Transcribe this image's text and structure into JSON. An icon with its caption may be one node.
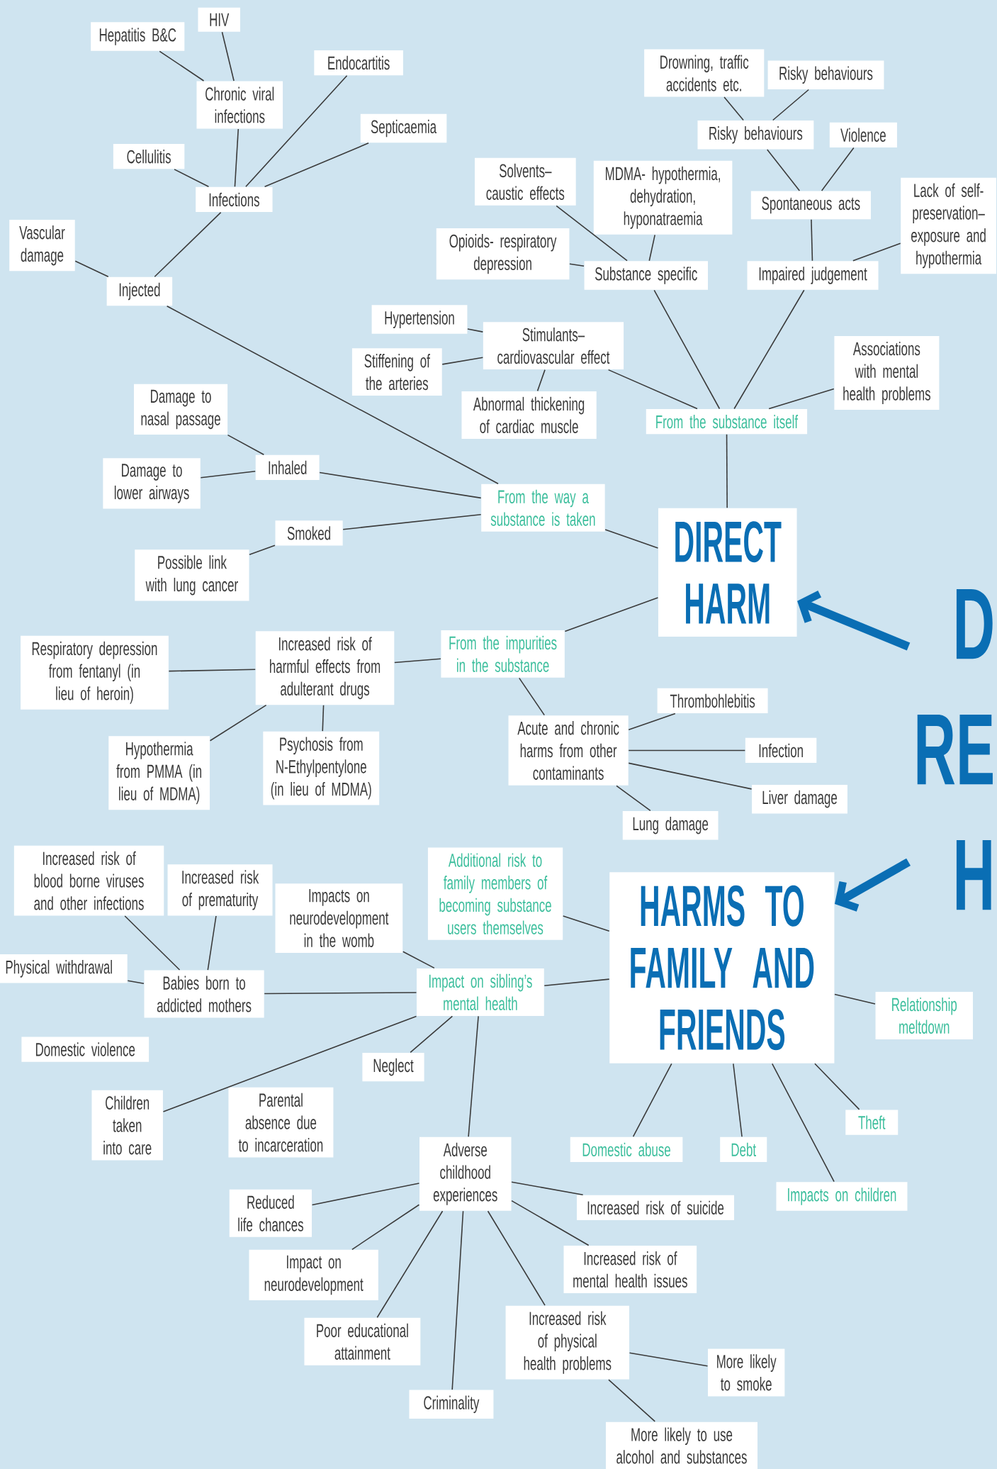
{
  "diagram": {
    "nodes": [
      {
        "text": [
          "Hepatitis B&C"
        ]
      },
      {
        "text": [
          "HIV"
        ]
      },
      {
        "text": [
          "Chronic viral infections"
        ]
      },
      {
        "text": [
          "Endocartitis"
        ]
      },
      {
        "text": [
          "Septicaemia"
        ]
      },
      {
        "text": [
          "Cellulitis"
        ]
      },
      {
        "text": [
          "Infections"
        ]
      },
      {
        "text": [
          "Vascular damage"
        ]
      },
      {
        "text": [
          "Injected"
        ]
      },
      {
        "text": [
          "Drowning, traffic accidents etc."
        ]
      },
      {
        "text": [
          "Risky behaviours"
        ]
      },
      {
        "text": [
          "Risky behaviours"
        ]
      },
      {
        "text": [
          "Violence"
        ]
      },
      {
        "text": [
          "Solvents– caustic effects"
        ]
      },
      {
        "text": [
          "MDMA- hypothermia, dehydration, hyponatraemia"
        ]
      },
      {
        "text": [
          "Spontaneous acts"
        ]
      },
      {
        "text": [
          "Lack of self-preservation– exposure and hypothermia"
        ]
      },
      {
        "text": [
          "Opioids- respiratory depression"
        ]
      },
      {
        "text": [
          "Substance specific"
        ]
      },
      {
        "text": [
          "Impaired judgement"
        ]
      },
      {
        "text": [
          "Hypertension"
        ]
      },
      {
        "text": [
          "Stimulants– cardiovascular effect"
        ]
      },
      {
        "text": [
          "Stiffening of the arteries"
        ]
      },
      {
        "text": [
          "Associations with mental health problems"
        ]
      },
      {
        "text": [
          "Abnormal thickening of cardiac muscle"
        ]
      },
      {
        "text": [
          "From the substance itself"
        ]
      },
      {
        "text": [
          "Damage to nasal passage"
        ]
      },
      {
        "text": [
          "Inhaled"
        ]
      },
      {
        "text": [
          "Damage to lower airways"
        ]
      },
      {
        "text": [
          "From the way a substance is taken"
        ]
      },
      {
        "text": [
          "DIRECT HARM"
        ]
      },
      {
        "text": [
          "Smoked"
        ]
      },
      {
        "text": [
          "Possible link with lung cancer"
        ]
      },
      {
        "text": [
          "Respiratory depression from fentanyl (in lieu of heroin)"
        ]
      },
      {
        "text": [
          "Increased risk of harmful effects from adulterant drugs"
        ]
      },
      {
        "text": [
          "From the impurities in the substance"
        ]
      },
      {
        "text": [
          "Hypothermia from PMMA (in lieu of MDMA)"
        ]
      },
      {
        "text": [
          "Psychosis from N-Ethylpentylone (in lieu of MDMA)"
        ]
      },
      {
        "text": [
          "Thrombohlebitis"
        ]
      },
      {
        "text": [
          "Acute and chronic harms from other contaminants"
        ]
      },
      {
        "text": [
          "Infection"
        ]
      },
      {
        "text": [
          "Liver damage"
        ]
      },
      {
        "text": [
          "Lung damage"
        ]
      },
      {
        "text": [
          "D RE H"
        ]
      },
      {
        "text": [
          "Increased risk of blood borne viruses and other infections"
        ]
      },
      {
        "text": [
          "Increased risk of prematurity"
        ]
      },
      {
        "text": [
          "Impacts on neurodevelopment in the womb"
        ]
      },
      {
        "text": [
          "Additional risk to family members of becoming substance users themselves"
        ]
      },
      {
        "text": [
          "HARMS TO FAMILY AND FRIENDS"
        ]
      },
      {
        "text": [
          "Physical withdrawal"
        ]
      },
      {
        "text": [
          "Babies born to addicted mothers"
        ]
      },
      {
        "text": [
          "Impact on sibling’s mental health"
        ]
      },
      {
        "text": [
          "Relationship meltdown"
        ]
      },
      {
        "text": [
          "Domestic violence"
        ]
      },
      {
        "text": [
          "Neglect"
        ]
      },
      {
        "text": [
          "Children taken into care"
        ]
      },
      {
        "text": [
          "Parental absence due to incarceration"
        ]
      },
      {
        "text": [
          "Theft"
        ]
      },
      {
        "text": [
          "Domestic abuse"
        ]
      },
      {
        "text": [
          "Debt"
        ]
      },
      {
        "text": [
          "Adverse childhood experiences"
        ]
      },
      {
        "text": [
          "Impacts on children"
        ]
      },
      {
        "text": [
          "Reduced life chances"
        ]
      },
      {
        "text": [
          "Increased risk of suicide"
        ]
      },
      {
        "text": [
          "Impact on neurodevelopment"
        ]
      },
      {
        "text": [
          "Increased risk of mental health issues"
        ]
      },
      {
        "text": [
          "Poor educational attainment"
        ]
      },
      {
        "text": [
          "Increased risk of physical health problems"
        ]
      },
      {
        "text": [
          "More likely to smoke"
        ]
      },
      {
        "text": [
          "Criminality"
        ]
      },
      {
        "text": [
          "More likely to use alcohol and substances"
        ]
      }
    ],
    "edges": [
      {
        "from": 0,
        "to": 2,
        "arrow": "none"
      },
      {
        "from": 1,
        "to": 2,
        "arrow": "none"
      },
      {
        "from": 2,
        "to": 6,
        "arrow": "none"
      },
      {
        "from": 3,
        "to": 6,
        "arrow": "none"
      },
      {
        "from": 4,
        "to": 6,
        "arrow": "none"
      },
      {
        "from": 5,
        "to": 6,
        "arrow": "none"
      },
      {
        "from": 6,
        "to": 8,
        "arrow": "none"
      },
      {
        "from": 7,
        "to": 8,
        "arrow": "none"
      },
      {
        "from": 8,
        "to": 29,
        "arrow": "none"
      },
      {
        "from": 9,
        "to": 11,
        "arrow": "none"
      },
      {
        "from": 10,
        "to": 11,
        "arrow": "none"
      },
      {
        "from": 11,
        "to": 15,
        "arrow": "none"
      },
      {
        "from": 12,
        "to": 15,
        "arrow": "none"
      },
      {
        "from": 15,
        "to": 19,
        "arrow": "none"
      },
      {
        "from": 16,
        "to": 19,
        "arrow": "none"
      },
      {
        "from": 13,
        "to": 18,
        "arrow": "none"
      },
      {
        "from": 14,
        "to": 18,
        "arrow": "none"
      },
      {
        "from": 17,
        "to": 18,
        "arrow": "none"
      },
      {
        "from": 18,
        "to": 25,
        "arrow": "none"
      },
      {
        "from": 19,
        "to": 25,
        "arrow": "none"
      },
      {
        "from": 23,
        "to": 25,
        "arrow": "none"
      },
      {
        "from": 20,
        "to": 21,
        "arrow": "none"
      },
      {
        "from": 22,
        "to": 21,
        "arrow": "none"
      },
      {
        "from": 24,
        "to": 21,
        "arrow": "none"
      },
      {
        "from": 21,
        "to": 25,
        "arrow": "none"
      },
      {
        "from": 25,
        "to": 30,
        "arrow": "none"
      },
      {
        "from": 26,
        "to": 27,
        "arrow": "none"
      },
      {
        "from": 28,
        "to": 27,
        "arrow": "none"
      },
      {
        "from": 27,
        "to": 29,
        "arrow": "none"
      },
      {
        "from": 31,
        "to": 29,
        "arrow": "none"
      },
      {
        "from": 32,
        "to": 31,
        "arrow": "none"
      },
      {
        "from": 29,
        "to": 30,
        "arrow": "none"
      },
      {
        "from": 35,
        "to": 30,
        "arrow": "none"
      },
      {
        "from": 34,
        "to": 35,
        "arrow": "none"
      },
      {
        "from": 33,
        "to": 34,
        "arrow": "none"
      },
      {
        "from": 36,
        "to": 34,
        "arrow": "none"
      },
      {
        "from": 37,
        "to": 34,
        "arrow": "none"
      },
      {
        "from": 39,
        "to": 35,
        "arrow": "none"
      },
      {
        "from": 38,
        "to": 39,
        "arrow": "none"
      },
      {
        "from": 40,
        "to": 39,
        "arrow": "none"
      },
      {
        "from": 41,
        "to": 39,
        "arrow": "none"
      },
      {
        "from": 42,
        "to": 39,
        "arrow": "none"
      },
      {
        "from": 43,
        "to": 30,
        "arrow": "to",
        "style": "thick",
        "color": "#0a6eb4"
      },
      {
        "from": 43,
        "to": 48,
        "arrow": "to",
        "style": "thick",
        "color": "#0a6eb4"
      },
      {
        "from": 47,
        "to": 48,
        "arrow": "none"
      },
      {
        "from": 51,
        "to": 48,
        "arrow": "none"
      },
      {
        "from": 52,
        "to": 48,
        "arrow": "none"
      },
      {
        "from": 57,
        "to": 48,
        "arrow": "none"
      },
      {
        "from": 58,
        "to": 48,
        "arrow": "none"
      },
      {
        "from": 59,
        "to": 48,
        "arrow": "none"
      },
      {
        "from": 61,
        "to": 48,
        "arrow": "none"
      },
      {
        "from": 46,
        "to": 51,
        "arrow": "none"
      },
      {
        "from": 50,
        "to": 51,
        "arrow": "none"
      },
      {
        "from": 44,
        "to": 50,
        "arrow": "none"
      },
      {
        "from": 45,
        "to": 50,
        "arrow": "none"
      },
      {
        "from": 49,
        "to": 50,
        "arrow": "none"
      },
      {
        "from": 55,
        "to": 51,
        "arrow": "none"
      },
      {
        "from": 54,
        "to": 51,
        "arrow": "none"
      },
      {
        "from": 60,
        "to": 51,
        "arrow": "none"
      },
      {
        "from": 62,
        "to": 60,
        "arrow": "none"
      },
      {
        "from": 63,
        "to": 60,
        "arrow": "none"
      },
      {
        "from": 64,
        "to": 60,
        "arrow": "none"
      },
      {
        "from": 65,
        "to": 60,
        "arrow": "none"
      },
      {
        "from": 66,
        "to": 60,
        "arrow": "none"
      },
      {
        "from": 67,
        "to": 60,
        "arrow": "none"
      },
      {
        "from": 69,
        "to": 60,
        "arrow": "none"
      },
      {
        "from": 68,
        "to": 67,
        "arrow": "none"
      },
      {
        "from": 70,
        "to": 67,
        "arrow": "none"
      }
    ]
  }
}
